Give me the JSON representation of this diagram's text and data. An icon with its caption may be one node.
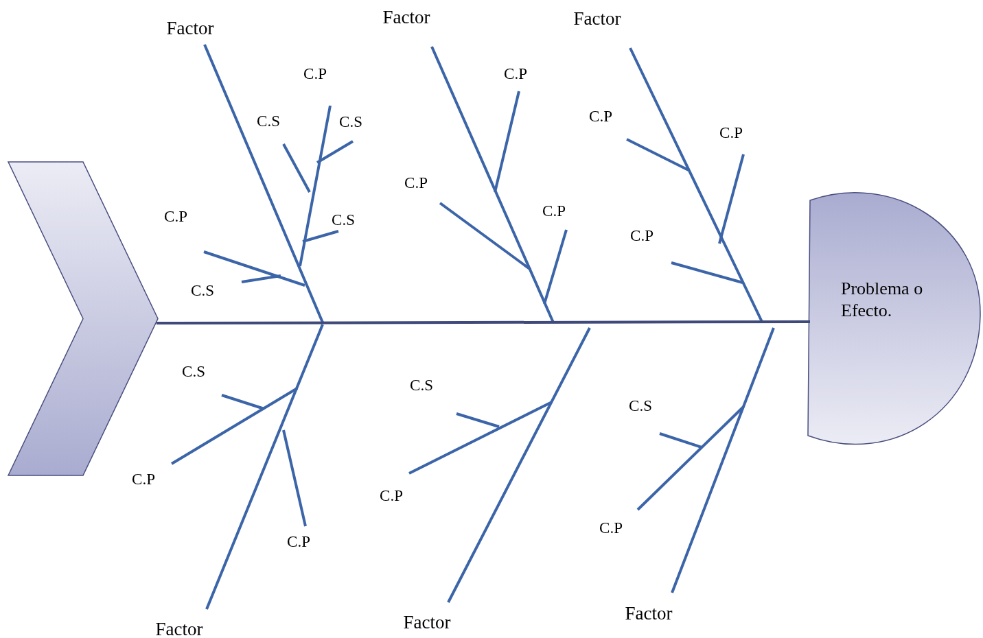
{
  "diagram": {
    "nodes": [
      {
        "text": [],
        "shape": "chevron"
      },
      {
        "text": [
          "Problema o Efecto."
        ]
      }
    ],
    "edges": [
      {
        "from": 0,
        "to": 1,
        "arrow": "none"
      }
    ],
    "labels": [
      "Factor",
      "Factor",
      "Factor",
      "C.P",
      "C.P",
      "C.P",
      "C.S",
      "C.S",
      "C.P",
      "C.P",
      "C.P",
      "C.P",
      "C.S",
      "C.P",
      "C.S",
      "C.S",
      "C.S",
      "C.S",
      "C.P",
      "C.P",
      "C.P",
      "C.P",
      "Factor",
      "Factor",
      "Factor"
    ]
  }
}
